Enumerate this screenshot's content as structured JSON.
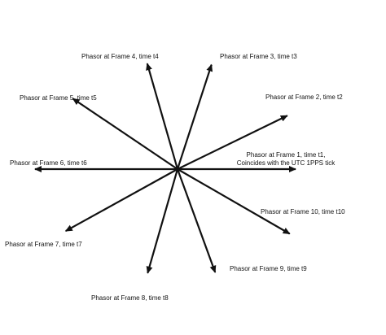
{
  "colors": {
    "arrow": "#111111",
    "text": "#111111",
    "background": "#ffffff"
  },
  "labels": {
    "frame1_line1": "Phasor at  Frame 1, time t1,",
    "frame1_line2": "Coincides with the UTC 1PPS tick",
    "frame2": "Phasor at  Frame 2, time t2",
    "frame3": "Phasor at  Frame 3, time t3",
    "frame4": "Phasor at  Frame 4, time t4",
    "frame5": "Phasor at  Frame 5, time t5",
    "frame6": "Phasor at  Frame 6, time t6",
    "frame7": "Phasor at  Frame 7, time t7",
    "frame8": "Phasor at  Frame 8, time t8",
    "frame9": "Phasor at  Frame 9, time t9",
    "frame10": "Phasor at  Frame 10, time t10"
  },
  "phasors": [
    {
      "frame": 1,
      "angle_deg": 0
    },
    {
      "frame": 2,
      "angle_deg": 26
    },
    {
      "frame": 3,
      "angle_deg": 72
    },
    {
      "frame": 4,
      "angle_deg": 106
    },
    {
      "frame": 5,
      "angle_deg": 146
    },
    {
      "frame": 6,
      "angle_deg": 180
    },
    {
      "frame": 7,
      "angle_deg": 209
    },
    {
      "frame": 8,
      "angle_deg": 254
    },
    {
      "frame": 9,
      "angle_deg": 290
    },
    {
      "frame": 10,
      "angle_deg": 330
    }
  ]
}
